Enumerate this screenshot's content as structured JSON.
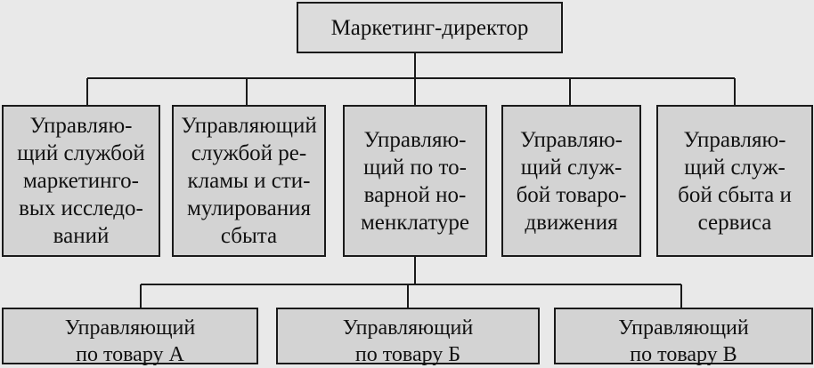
{
  "director": {
    "label": "Маркетинг-директор"
  },
  "managers": [
    {
      "label": "Управляю-\nщий службой\nмаркетинго-\nвых исследо-\nваний"
    },
    {
      "label": "Управляющий\nслужбой ре-\nкламы и сти-\nмулирования\nсбыта"
    },
    {
      "label": "Управляю-\nщий по то-\nварной но-\nменклатуре"
    },
    {
      "label": "Управляю-\nщий служ-\nбой товаро-\nдвижения"
    },
    {
      "label": "Управляю-\nщий служ-\nбой сбыта и\nсервиса"
    }
  ],
  "product_managers": [
    {
      "label": "Управляющий\nпо товару А"
    },
    {
      "label": "Управляющий\nпо товару Б"
    },
    {
      "label": "Управляющий\nпо товару В"
    }
  ]
}
